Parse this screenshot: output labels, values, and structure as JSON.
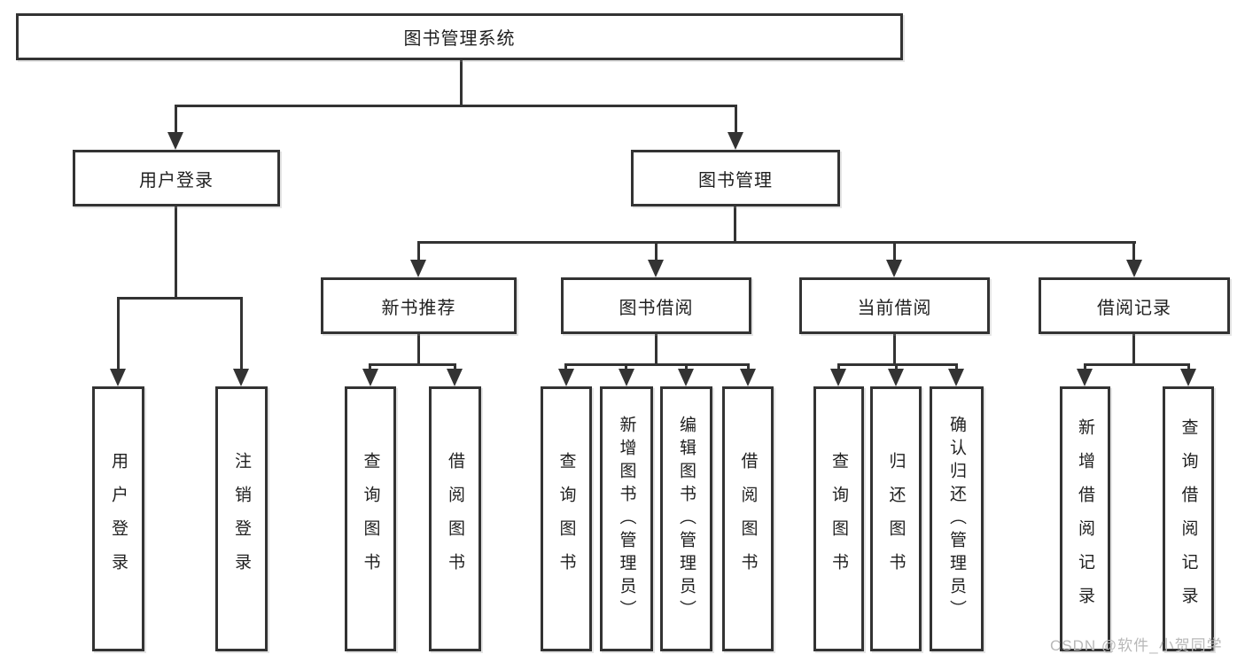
{
  "tree": {
    "root": {
      "label": "图书管理系统",
      "children": [
        {
          "label": "用户登录",
          "children": [
            {
              "label": "用户登录"
            },
            {
              "label": "注销登录"
            }
          ]
        },
        {
          "label": "图书管理",
          "children": [
            {
              "label": "新书推荐",
              "children": [
                {
                  "label": "查询图书"
                },
                {
                  "label": "借阅图书"
                }
              ]
            },
            {
              "label": "图书借阅",
              "children": [
                {
                  "label": "查询图书"
                },
                {
                  "label": "新增图书（管理员）"
                },
                {
                  "label": "编辑图书（管理员）"
                },
                {
                  "label": "借阅图书"
                }
              ]
            },
            {
              "label": "当前借阅",
              "children": [
                {
                  "label": "查询图书"
                },
                {
                  "label": "归还图书"
                },
                {
                  "label": "确认归还（管理员）"
                }
              ]
            },
            {
              "label": "借阅记录",
              "children": [
                {
                  "label": "新增借阅记录"
                },
                {
                  "label": "查询借阅记录"
                }
              ]
            }
          ]
        }
      ]
    }
  },
  "watermark": {
    "text": "CSDN @软件_小贺同学"
  },
  "colors": {
    "line": "#333333",
    "text": "#1f1f1f",
    "watermark": "#b8b8b8",
    "background": "#ffffff"
  }
}
